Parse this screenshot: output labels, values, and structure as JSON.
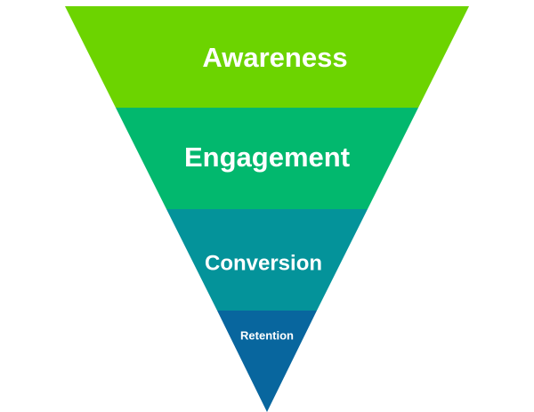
{
  "funnel": {
    "stages": [
      {
        "label": "Awareness",
        "color": "#6CD400"
      },
      {
        "label": "Engagement",
        "color": "#02B86E"
      },
      {
        "label": "Conversion",
        "color": "#04939A"
      },
      {
        "label": "Retention",
        "color": "#08669E"
      }
    ]
  }
}
